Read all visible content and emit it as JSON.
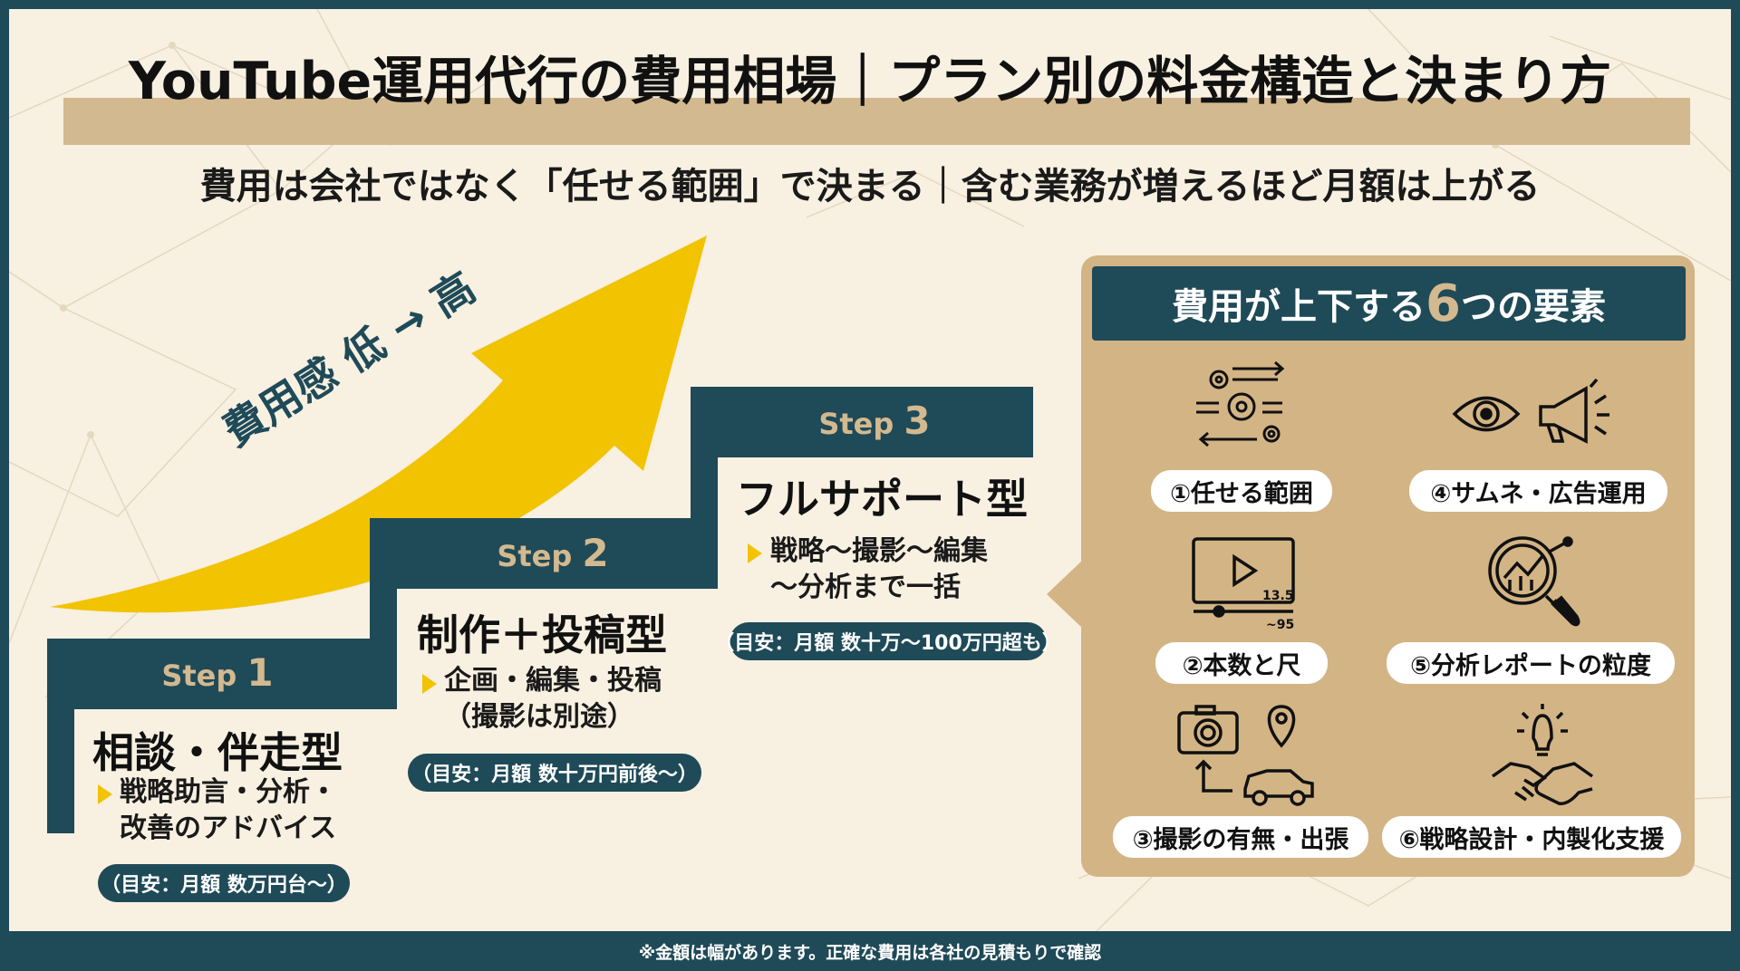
{
  "title": "YouTube運用代行の費用相場｜プラン別の料金構造と決まり方",
  "subtitle": "費用は会社ではなく「任せる範囲」で決まる｜含む業務が増えるほど月額は上がる",
  "arrow_label": "費用感 低 → 高",
  "steps": [
    {
      "step_word": "Step",
      "step_num": "1",
      "title": "相談・伴走型",
      "desc_1": "戦略助言・分析・",
      "desc_2": "改善のアドバイス",
      "price": "（目安：月額 数万円台〜）"
    },
    {
      "step_word": "Step",
      "step_num": "2",
      "title": "制作＋投稿型",
      "desc_1": "企画・編集・投稿",
      "desc_2": "（撮影は別途）",
      "price": "（目安：月額 数十万円前後〜）"
    },
    {
      "step_word": "Step",
      "step_num": "3",
      "title": "フルサポート型",
      "desc_1": "戦略〜撮影〜編集",
      "desc_2": "〜分析まで一括",
      "price": "（目安：月額 数十万〜100万円超も）"
    }
  ],
  "factors": {
    "heading_pre": "費用が上下する",
    "heading_num": "6",
    "heading_post": "つの要素",
    "items": [
      {
        "label": "①任せる範囲",
        "icon": "gears-arrows-icon"
      },
      {
        "label": "④サムネ・広告運用",
        "icon": "eye-megaphone-icon"
      },
      {
        "label": "②本数と尺",
        "icon": "video-player-icon",
        "icon_text_1": "13.5",
        "icon_text_2": "~95"
      },
      {
        "label": "⑤分析レポートの粒度",
        "icon": "magnifier-chart-icon"
      },
      {
        "label": "③撮影の有無・出張",
        "icon": "camera-travel-icon"
      },
      {
        "label": "⑥戦略設計・内製化支援",
        "icon": "handshake-bulb-icon"
      }
    ]
  },
  "footer_note": "※金額は幅があります。正確な費用は各社の見積もりで確認",
  "colors": {
    "teal": "#1f4a58",
    "gold": "#d3b98f",
    "yellow": "#f2c300",
    "cream": "#f8f0e1"
  }
}
